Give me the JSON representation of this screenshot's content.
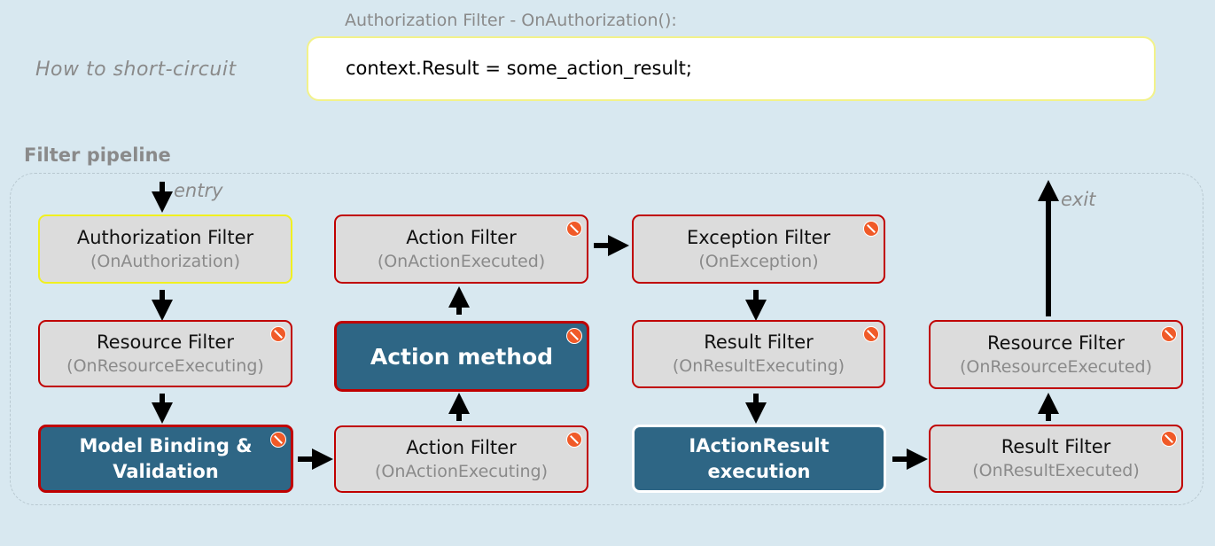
{
  "short_circuit": {
    "label": "How to short-circuit",
    "caption": "Authorization Filter - OnAuthorization():",
    "code": "context.Result = some_action_result;"
  },
  "pipeline": {
    "label": "Filter pipeline",
    "entry_label": "entry",
    "exit_label": "exit",
    "nodes": {
      "authorization_filter": {
        "title": "Authorization Filter",
        "sub": "(OnAuthorization)"
      },
      "resource_filter_executing": {
        "title": "Resource Filter",
        "sub": "(OnResourceExecuting)"
      },
      "model_binding": {
        "title": "Model Binding &",
        "title2": "Validation"
      },
      "action_filter_executing": {
        "title": "Action Filter",
        "sub": "(OnActionExecuting)"
      },
      "action_method": {
        "title": "Action method"
      },
      "action_filter_executed": {
        "title": "Action Filter",
        "sub": "(OnActionExecuted)"
      },
      "exception_filter": {
        "title": "Exception Filter",
        "sub": "(OnException)"
      },
      "result_filter_executing": {
        "title": "Result Filter",
        "sub": "(OnResultExecuting)"
      },
      "iactionresult_execution": {
        "title": "IActionResult",
        "title2": "execution"
      },
      "result_filter_executed": {
        "title": "Result Filter",
        "sub": "(OnResultExecuted)"
      },
      "resource_filter_executed": {
        "title": "Resource Filter",
        "sub": "(OnResourceExecuted)"
      }
    },
    "colors": {
      "background": "#d8e8f0",
      "box_fill": "#dcdcdc",
      "box_border": "#c00000",
      "auth_border": "#f0f020",
      "dark_fill": "#2e6685",
      "short_circuit_icon": "#f05a28"
    },
    "icons": [
      "no-entry-icon",
      "arrow-icon"
    ]
  }
}
